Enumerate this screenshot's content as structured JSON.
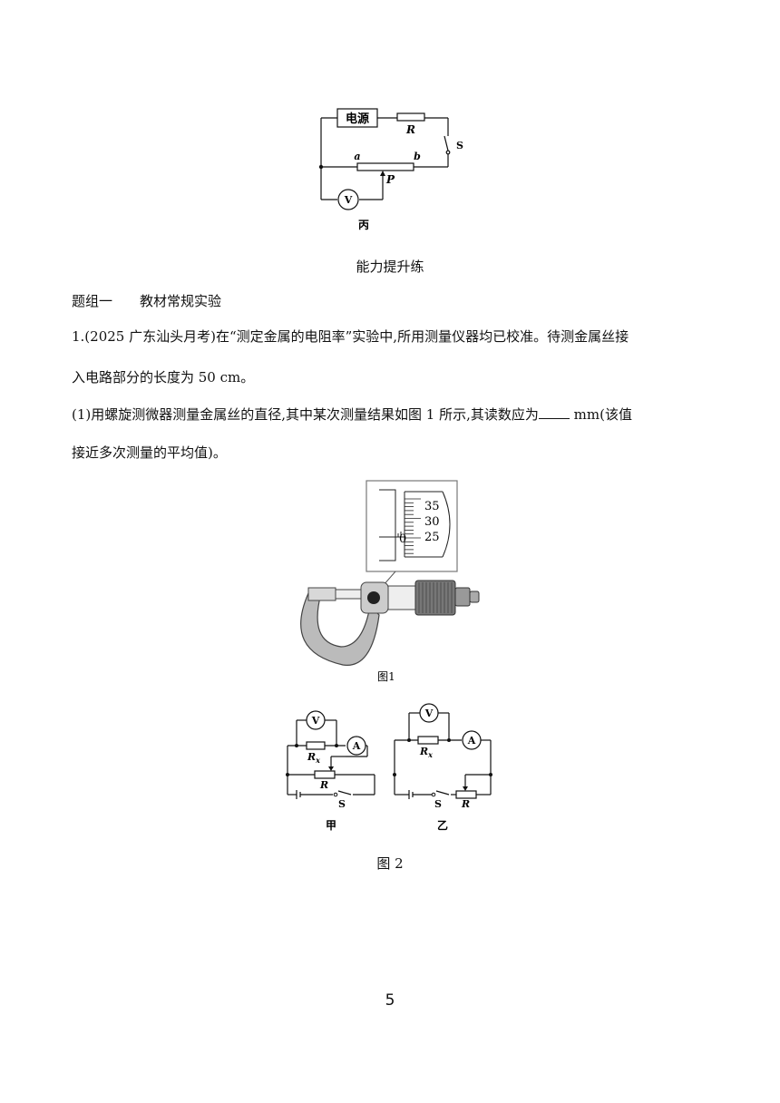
{
  "fig_bing": {
    "power_label": "电源",
    "r_label": "R",
    "s_label": "S",
    "a_label": "a",
    "b_label": "b",
    "p_label": "P",
    "v_label": "V",
    "caption": "丙"
  },
  "section_title": "能力提升练",
  "group_title": "题组一　　教材常规实验",
  "question1": {
    "line1": "1.(2025 广东汕头月考)在“测定金属的电阻率”实验中,所用测量仪器均已校准。待测金属丝接",
    "line2": "入电路部分的长度为 50 cm。",
    "part1_prefix": "(1)用螺旋测微器测量金属丝的直径,其中某次测量结果如图 1 所示,其读数应为",
    "part1_suffix": " mm(该值",
    "part1_line2": "接近多次测量的平均值)。"
  },
  "fig1": {
    "scale_35": "35",
    "scale_30": "30",
    "scale_25": "25",
    "scale_0": "0",
    "caption": "图1"
  },
  "fig2": {
    "jia": {
      "v": "V",
      "a": "A",
      "rx": "R",
      "rx_sub": "x",
      "r": "R",
      "s": "S",
      "caption": "甲"
    },
    "yi": {
      "v": "V",
      "a": "A",
      "rx": "R",
      "rx_sub": "x",
      "r": "R",
      "s": "S",
      "caption": "乙"
    },
    "caption": "图 2"
  },
  "page_number": "5"
}
